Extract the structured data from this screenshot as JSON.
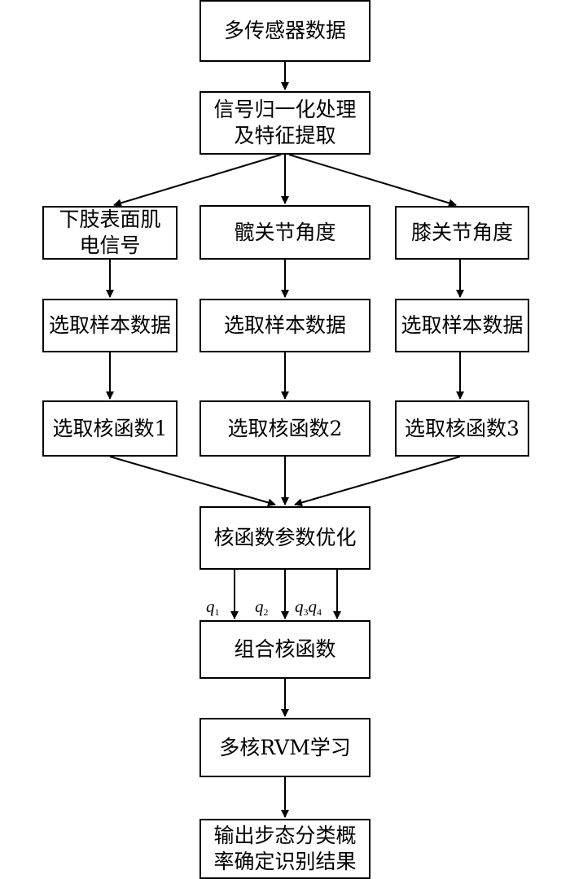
{
  "nodes": {
    "sensor_data": {
      "lines": [
        "多传感器数据"
      ]
    },
    "normalize": {
      "lines": [
        "信号归一化处理",
        "及特征提取"
      ]
    },
    "emg": {
      "lines": [
        "下肢表面肌",
        "电信号"
      ]
    },
    "hip_angle": {
      "lines": [
        "髋关节角度"
      ]
    },
    "knee_angle": {
      "lines": [
        "膝关节角度"
      ]
    },
    "sample_1": {
      "lines": [
        "选取样本数据"
      ]
    },
    "sample_2": {
      "lines": [
        "选取样本数据"
      ]
    },
    "sample_3": {
      "lines": [
        "选取样本数据"
      ]
    },
    "kernel_1": {
      "lines": [
        "选取核函数1"
      ]
    },
    "kernel_2": {
      "lines": [
        "选取核函数2"
      ]
    },
    "kernel_3": {
      "lines": [
        "选取核函数3"
      ]
    },
    "optimize": {
      "lines": [
        "核函数参数优化"
      ]
    },
    "combine": {
      "lines": [
        "组合核函数"
      ]
    },
    "mkrvm": {
      "lines": [
        "多核RVM学习"
      ]
    },
    "output": {
      "lines": [
        "输出步态分类概",
        "率确定识别结果"
      ]
    }
  },
  "weights": {
    "q1": {
      "symbol": "q",
      "sub": "1"
    },
    "q2": {
      "symbol": "q",
      "sub": "2"
    },
    "q3": {
      "symbol": "q",
      "sub": "3"
    },
    "q4": {
      "symbol": "q",
      "sub": "4"
    }
  },
  "colors": {
    "stroke": "#000000",
    "fill": "#ffffff"
  }
}
